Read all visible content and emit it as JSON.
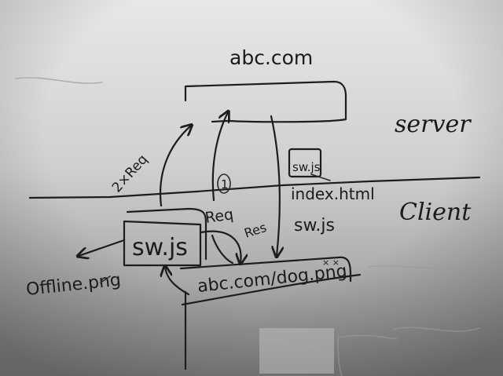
{
  "labels": {
    "domain_top": "abc.com",
    "server": "server",
    "client": "Client",
    "sw_js_server": "sw.js",
    "index_html": "index.html",
    "sw_js_client": "sw.js",
    "sw_js_box": "sw.js",
    "req_2x": "2×Req",
    "req": "Req",
    "res": "Res",
    "circle_one": "1",
    "offline_png": "Offline.png",
    "dog_png": "abc.com/dog.png",
    "dog_png_mark": "× ×"
  },
  "colors": {
    "board_light": "#e6e6e6",
    "board_dark": "#7d7d7d",
    "ink": "#1b1b1b"
  }
}
